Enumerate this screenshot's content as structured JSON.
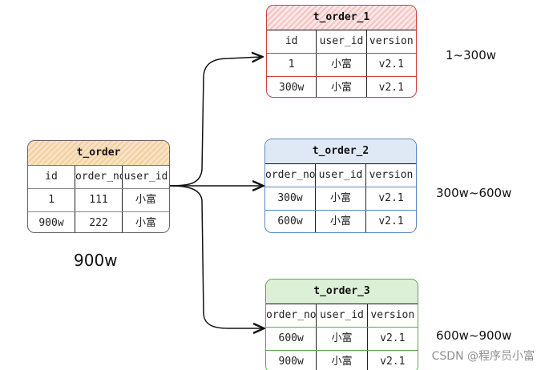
{
  "source_table": {
    "title": "t_order",
    "headers": [
      "id",
      "order_no",
      "user_id"
    ],
    "rows": [
      [
        "1",
        "111",
        "小富"
      ],
      [
        "900w",
        "222",
        "小富"
      ]
    ]
  },
  "total_label": "900w",
  "shards": [
    {
      "title": "t_order_1",
      "headers": [
        "id",
        "user_id",
        "version"
      ],
      "rows": [
        [
          "1",
          "小富",
          "v2.1"
        ],
        [
          "300w",
          "小富",
          "v2.1"
        ]
      ],
      "range": "1~300w",
      "color": "#c9423f"
    },
    {
      "title": "t_order_2",
      "headers": [
        "order_no",
        "user_id",
        "version"
      ],
      "rows": [
        [
          "300w",
          "小富",
          "v2.1"
        ],
        [
          "600w",
          "小富",
          "v2.1"
        ]
      ],
      "range": "300w~600w",
      "color": "#5b86c4"
    },
    {
      "title": "t_order_3",
      "headers": [
        "order_no",
        "user_id",
        "version"
      ],
      "rows": [
        [
          "600w",
          "小富",
          "v2.1"
        ],
        [
          "900w",
          "小富",
          "v2.1"
        ]
      ],
      "range": "600w~900w",
      "color": "#5aa64f"
    }
  ],
  "watermark": "CSDN @程序员小富"
}
